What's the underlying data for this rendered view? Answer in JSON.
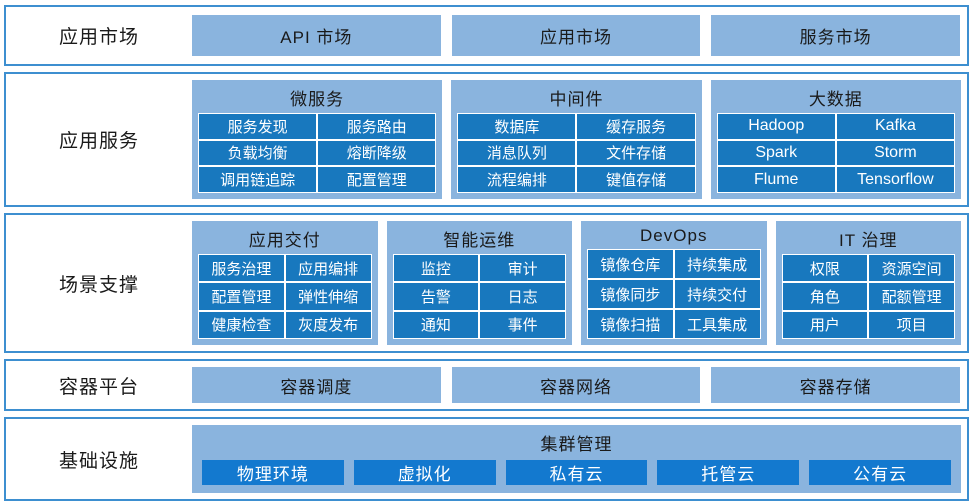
{
  "theme": {
    "row_border": "#3d8fd0",
    "panel_light_blue": "#8ab4de",
    "cell_blue": "#1878be",
    "tile_blue": "#1379cf",
    "text_dark": "#1a1a1a",
    "text_light": "#ffffff",
    "background": "#ffffff"
  },
  "rows": [
    {
      "label": "应用市场",
      "kind": "tiles",
      "tiles": [
        "API 市场",
        "应用市场",
        "服务市场"
      ]
    },
    {
      "label": "应用服务",
      "kind": "groups",
      "groups": [
        {
          "title": "微服务",
          "cells": [
            "服务发现",
            "服务路由",
            "负载均衡",
            "熔断降级",
            "调用链追踪",
            "配置管理"
          ]
        },
        {
          "title": "中间件",
          "cells": [
            "数据库",
            "缓存服务",
            "消息队列",
            "文件存储",
            "流程编排",
            "键值存储"
          ]
        },
        {
          "title": "大数据",
          "cells": [
            "Hadoop",
            "Kafka",
            "Spark",
            "Storm",
            "Flume",
            "Tensorflow"
          ]
        }
      ]
    },
    {
      "label": "场景支撑",
      "kind": "groups",
      "groups": [
        {
          "title": "应用交付",
          "cells": [
            "服务治理",
            "应用编排",
            "配置管理",
            "弹性伸缩",
            "健康检查",
            "灰度发布"
          ]
        },
        {
          "title": "智能运维",
          "cells": [
            "监控",
            "审计",
            "告警",
            "日志",
            "通知",
            "事件"
          ]
        },
        {
          "title": "DevOps",
          "cells": [
            "镜像仓库",
            "持续集成",
            "镜像同步",
            "持续交付",
            "镜像扫描",
            "工具集成"
          ]
        },
        {
          "title": "IT 治理",
          "cells": [
            "权限",
            "资源空间",
            "角色",
            "配额管理",
            "用户",
            "项目"
          ]
        }
      ]
    },
    {
      "label": "容器平台",
      "kind": "tiles",
      "tiles": [
        "容器调度",
        "容器网络",
        "容器存储"
      ]
    },
    {
      "label": "基础设施",
      "kind": "cluster",
      "cluster": {
        "title": "集群管理",
        "tiles": [
          "物理环境",
          "虚拟化",
          "私有云",
          "托管云",
          "公有云"
        ]
      }
    }
  ]
}
